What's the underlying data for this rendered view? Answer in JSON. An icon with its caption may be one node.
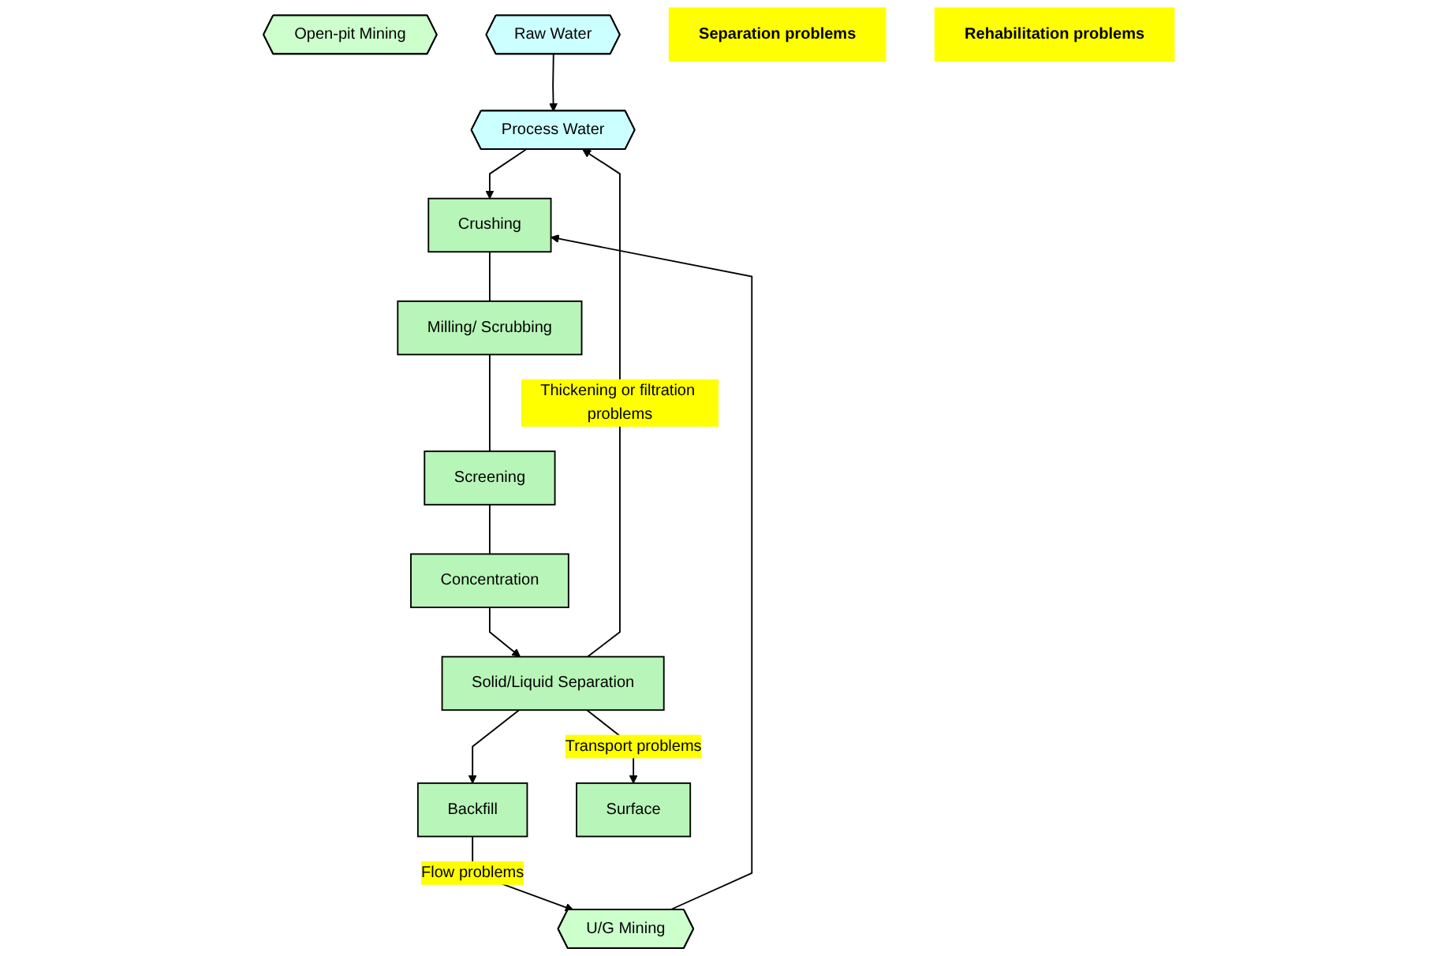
{
  "diagram": {
    "nodes": [
      {
        "text": [
          "Process Water"
        ]
      },
      {
        "text": [
          "U/G Mining"
        ]
      },
      {
        "text": [
          "Open-pit Mining"
        ]
      },
      {
        "text": [
          "Raw Water"
        ]
      },
      {
        "text": [
          "Crushing"
        ]
      },
      {
        "text": [
          "Milling/ Scrubbing"
        ]
      },
      {
        "text": [
          "Backfill"
        ]
      },
      {
        "text": [
          "Screening"
        ]
      },
      {
        "text": [
          "Separation problems"
        ]
      },
      {
        "text": [
          "Concentration"
        ]
      },
      {
        "text": [
          "Rehabilitation problems"
        ]
      },
      {
        "text": [
          "Solid/Liquid Separation"
        ]
      },
      {
        "text": [
          "Surface"
        ]
      }
    ],
    "edges": [
      {
        "from": 3,
        "to": 0,
        "arrow": "to"
      },
      {
        "from": 11,
        "to": 0,
        "arrow": "to",
        "label": "Thickening or filtration problems"
      },
      {
        "from": 0,
        "to": 4,
        "arrow": "to"
      },
      {
        "from": 1,
        "to": 4,
        "arrow": "to"
      },
      {
        "from": 4,
        "to": 5,
        "arrow": "none"
      },
      {
        "from": 5,
        "to": 7,
        "arrow": "none"
      },
      {
        "from": 7,
        "to": 9,
        "arrow": "none"
      },
      {
        "from": 9,
        "to": 11,
        "arrow": "to"
      },
      {
        "from": 11,
        "to": 12,
        "arrow": "to",
        "label": "Transport problems"
      },
      {
        "from": 11,
        "to": 6,
        "arrow": "to"
      },
      {
        "from": 6,
        "to": 1,
        "arrow": "to",
        "label": "Flow problems"
      }
    ]
  }
}
